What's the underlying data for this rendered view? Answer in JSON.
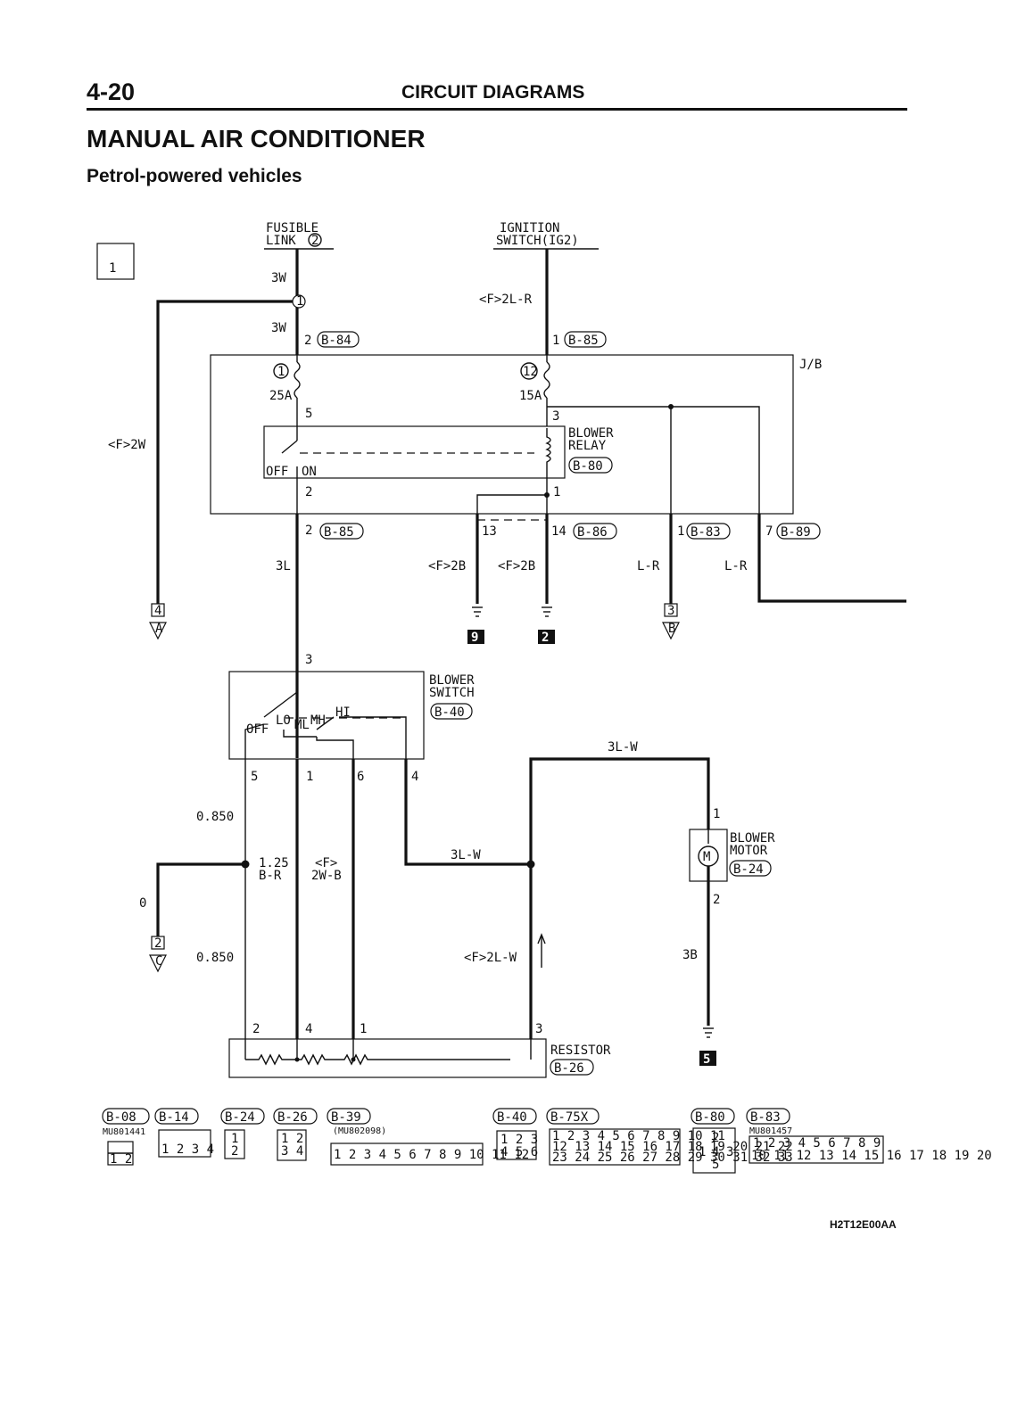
{
  "header": {
    "page_number": "4-20",
    "section": "CIRCUIT DIAGRAMS",
    "title": "MANUAL AIR CONDITIONER",
    "subtitle": "Petrol-powered vehicles"
  },
  "diagram": {
    "sheet_marker": "1",
    "sources": {
      "fusible_link": [
        "FUSIBLE",
        "LINK",
        "2"
      ],
      "ignition_switch": [
        "IGNITION",
        "SWITCH(IG2)"
      ]
    },
    "wires": {
      "fl_3w_top": "3W",
      "fl_3w_bot": "3W",
      "ig_2lr": "<F>2L-R",
      "left_2w": "<F>2W",
      "main_3l": "3L",
      "gnd_2b_a": "<F>2B",
      "gnd_2b_b": "<F>2B",
      "lr_a": "L-R",
      "lr_b": "L-R",
      "motor_3lw": "3L-W",
      "res_3lw": "3L-W",
      "w0850_a": "0.850",
      "w0850_b": "0.850",
      "w125": [
        "1.25",
        "B-R"
      ],
      "w2wb": [
        "<F>",
        "2W-B"
      ],
      "w0": "0",
      "w2lw": "<F>2L-W",
      "w3b": "3B"
    },
    "pins": {
      "jb_in_fl": "2",
      "jb_in_ig": "1",
      "p5": "5",
      "p3": "3",
      "p2": "2",
      "p1": "1",
      "out2": "2",
      "out13": "13",
      "out14": "14",
      "out1": "1",
      "out7": "7",
      "sw3": "3",
      "sw5": "5",
      "sw1": "1",
      "sw6": "6",
      "sw4": "4",
      "m1": "1",
      "m2": "2",
      "r2": "2",
      "r4": "4",
      "r1": "1",
      "r3": "3",
      "splice": "1"
    },
    "connectors": {
      "b84": "B-84",
      "b85_top": "B-85",
      "b85_out": "B-85",
      "b86": "B-86",
      "b83": "B-83",
      "b89": "B-89",
      "b80": "B-80",
      "b40": "B-40",
      "b24": "B-24",
      "b26": "B-26"
    },
    "fuses": [
      {
        "num": "1",
        "rating": "25A"
      },
      {
        "num": "12",
        "rating": "15A"
      }
    ],
    "jb_label": "J/B",
    "relay": {
      "name": [
        "BLOWER",
        "RELAY"
      ],
      "off": "OFF",
      "on": "ON"
    },
    "blower_switch": {
      "name": [
        "BLOWER",
        "SWITCH"
      ],
      "positions": [
        "OFF",
        "LO",
        "ML",
        "MH",
        "HI"
      ]
    },
    "blower_motor": {
      "name": [
        "BLOWER",
        "MOTOR"
      ],
      "symbol": "M"
    },
    "resistor": {
      "name": "RESISTOR"
    },
    "grounds": [
      "9",
      "2",
      "5"
    ],
    "offpage": [
      {
        "num": "4",
        "letter": "A"
      },
      {
        "num": "3",
        "letter": "B"
      },
      {
        "num": "2",
        "letter": "C"
      }
    ]
  },
  "connector_legend": {
    "ids": [
      "B-08",
      "B-14",
      "B-24",
      "B-26",
      "B-39",
      "B-40",
      "B-75X",
      "B-80",
      "B-83"
    ],
    "part_numbers": [
      "MU801441",
      "(MU802098)",
      "MU801457"
    ],
    "b14_pins": "1 2 3 4",
    "b24_pins": [
      "1",
      "2"
    ],
    "b26_pins": [
      "1 2",
      "3 4"
    ],
    "b39_pins": "1 2 3 4 5 6 7 8 9 10 11 12",
    "b40_pins": [
      "1 2 3",
      "4 5 6"
    ],
    "b75_pins": [
      "1 2 3 4 5 6 7 8 9 10 11",
      "12 13 14 15 16 17 18 19 20 21 22",
      "23 24 25 26 27 28 29 30 31 32 33"
    ],
    "b80_pins": [
      "2",
      "1",
      "4",
      "3",
      "5"
    ],
    "b83_pins": [
      "1 2 3 4 5 6 7 8 9",
      "10 11 12 13 14 15 16 17 18 19 20"
    ],
    "b08_pins": "1 2"
  },
  "footer": {
    "code": "H2T12E00AA"
  }
}
